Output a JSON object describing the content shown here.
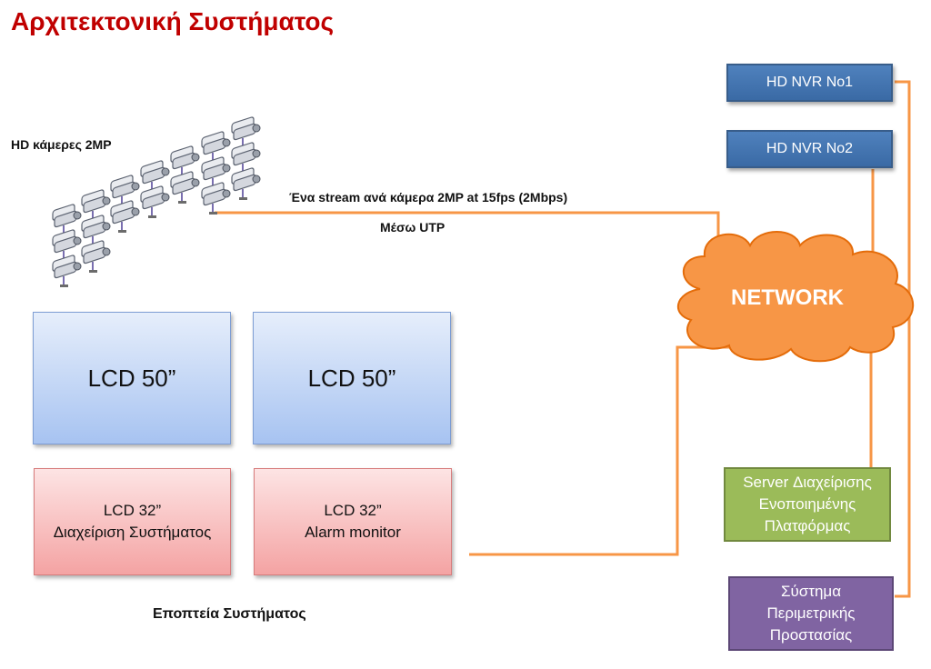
{
  "title": "Αρχιτεκτονική Συστήματος",
  "cameras_label": "HD κάμερες 2MP",
  "stream_label": "Ένα stream ανά κάμερα 2MP at 15fps (2Mbps)",
  "utp_label": "Μέσω UTP",
  "network_label": "NETWORK",
  "nvr1": "HD NVR No1",
  "nvr2": "HD NVR No2",
  "lcd50_left": "LCD 50”",
  "lcd50_right": "LCD 50”",
  "lcd32_left": {
    "line1": "LCD 32”",
    "line2": "Διαχείριση Συστήματος"
  },
  "lcd32_right": {
    "line1": "LCD 32”",
    "line2": "Alarm monitor"
  },
  "monitoring_label": "Εποπτεία Συστήματος",
  "server": {
    "line1": "Server Διαχείρισης",
    "line2": "Ενοποιημένης",
    "line3": "Πλατφόρμας"
  },
  "perimeter": {
    "line1": "Σύστημα",
    "line2": "Περιμετρικής",
    "line3": "Προστασίας"
  },
  "colors": {
    "link": "#f79646",
    "title": "#c00000",
    "network": "#f79646",
    "nvr": "#4f81bd",
    "server": "#9bbb59",
    "perimeter": "#8064a2"
  }
}
